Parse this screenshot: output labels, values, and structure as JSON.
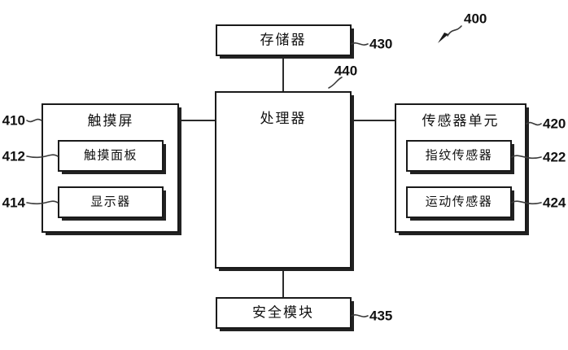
{
  "figure": {
    "number": "400",
    "arrow_icon": "figure-pointer-arrow"
  },
  "blocks": {
    "memory": {
      "label": "存储器",
      "ref": "430"
    },
    "processor": {
      "label": "处理器",
      "ref": "440"
    },
    "touchscreen": {
      "label": "触摸屏",
      "ref": "410"
    },
    "touch_panel": {
      "label": "触摸面板",
      "ref": "412"
    },
    "display": {
      "label": "显示器",
      "ref": "414"
    },
    "sensor_unit": {
      "label": "传感器单元",
      "ref": "420"
    },
    "fingerprint_sensor": {
      "label": "指纹传感器",
      "ref": "422"
    },
    "motion_sensor": {
      "label": "运动传感器",
      "ref": "424"
    },
    "security_module": {
      "label": "安全模块",
      "ref": "435"
    }
  },
  "colors": {
    "line": "#1a1a1a",
    "background": "#ffffff",
    "text": "#111111"
  }
}
